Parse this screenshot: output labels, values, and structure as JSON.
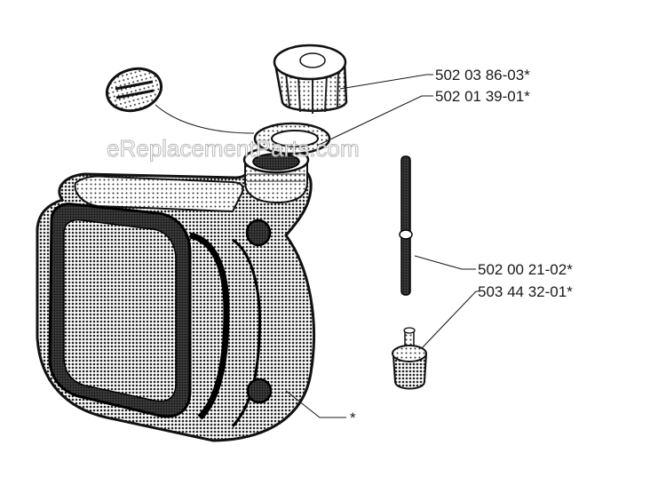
{
  "watermark": "eReplacementParts.com",
  "parts": [
    {
      "id": "fuel-cap",
      "part_number": "502 03 86-03*"
    },
    {
      "id": "cap-gasket",
      "part_number": "502 01 39-01*"
    },
    {
      "id": "fuel-hose",
      "part_number": "502 00 21-02*"
    },
    {
      "id": "fuel-filter",
      "part_number": "503 44 32-01*"
    },
    {
      "id": "fuel-tank",
      "part_number": "*"
    }
  ]
}
